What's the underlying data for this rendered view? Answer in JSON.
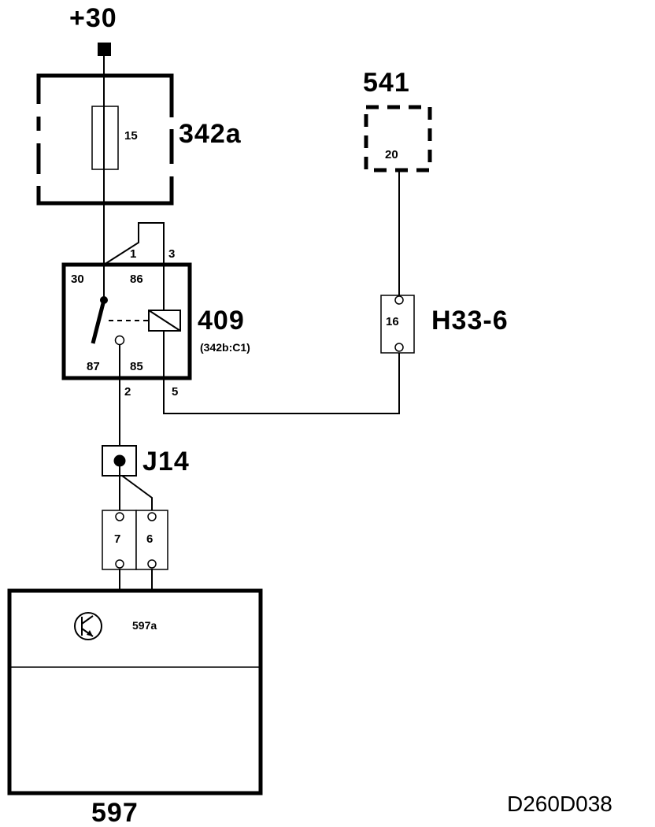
{
  "diagram": {
    "supply_label": "+30",
    "fuse_box": {
      "id": "342a",
      "fuse_number": "15"
    },
    "dashed_component": {
      "id": "541",
      "pin": "20"
    },
    "relay": {
      "id": "409",
      "location": "(342b:C1)",
      "terminals": {
        "t30": "30",
        "t86": "86",
        "t87": "87",
        "t85": "85"
      },
      "pins": {
        "p1": "1",
        "p3": "3",
        "p2": "2",
        "p5": "5"
      }
    },
    "connector_h33": {
      "id": "H33-6",
      "pin": "16"
    },
    "junction": {
      "id": "J14"
    },
    "connector_pins": {
      "left": "7",
      "right": "6"
    },
    "control_module": {
      "id": "597",
      "sub_id": "597a"
    },
    "drawing_code": "D260D038"
  }
}
